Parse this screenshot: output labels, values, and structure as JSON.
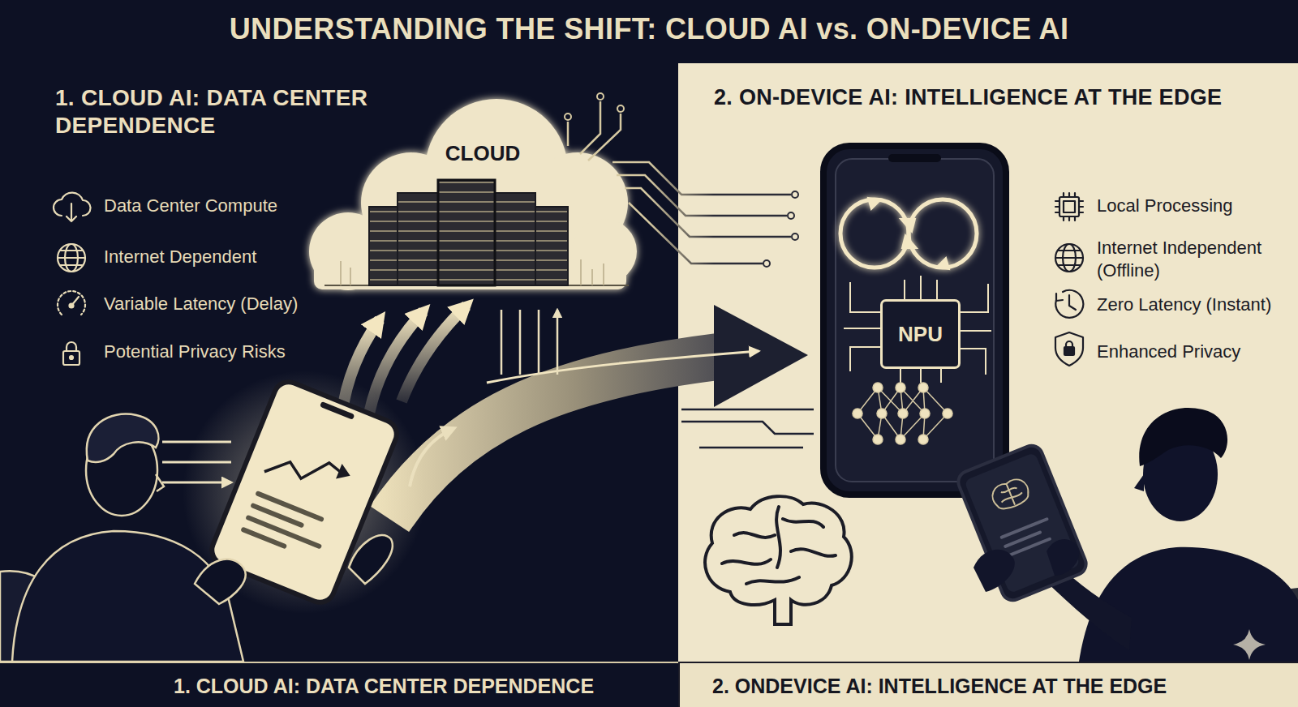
{
  "diagram": {
    "title": "UNDERSTANDING THE SHIFT: CLOUD AI vs. ON-DEVICE AI",
    "nodes": [
      {
        "text": [
          "1. CLOUD AI: DATA CENTER DEPENDENCE"
        ]
      },
      {
        "text": [
          "CLOUD"
        ],
        "in": 0
      },
      {
        "text": [
          "2. ON-DEVICE AI: INTELLIGENCE AT THE EDGE"
        ]
      },
      {
        "text": [
          "NPU"
        ],
        "in": 2
      },
      {
        "text": [
          "1. CLOUD AI: DATA CENTER DEPENDENCE"
        ]
      },
      {
        "text": [
          "2. ONDEVICE AI: INTELLIGENCE AT THE EDGE"
        ]
      }
    ],
    "labels": [
      "Data Center Compute",
      "Internet Dependent",
      "Variable Latency (Delay)",
      "Potential Privacy Risks",
      "Local Processing",
      "Internet Independent (Offline)",
      "Zero Latency (Instant)",
      "Enhanced Privacy"
    ]
  }
}
